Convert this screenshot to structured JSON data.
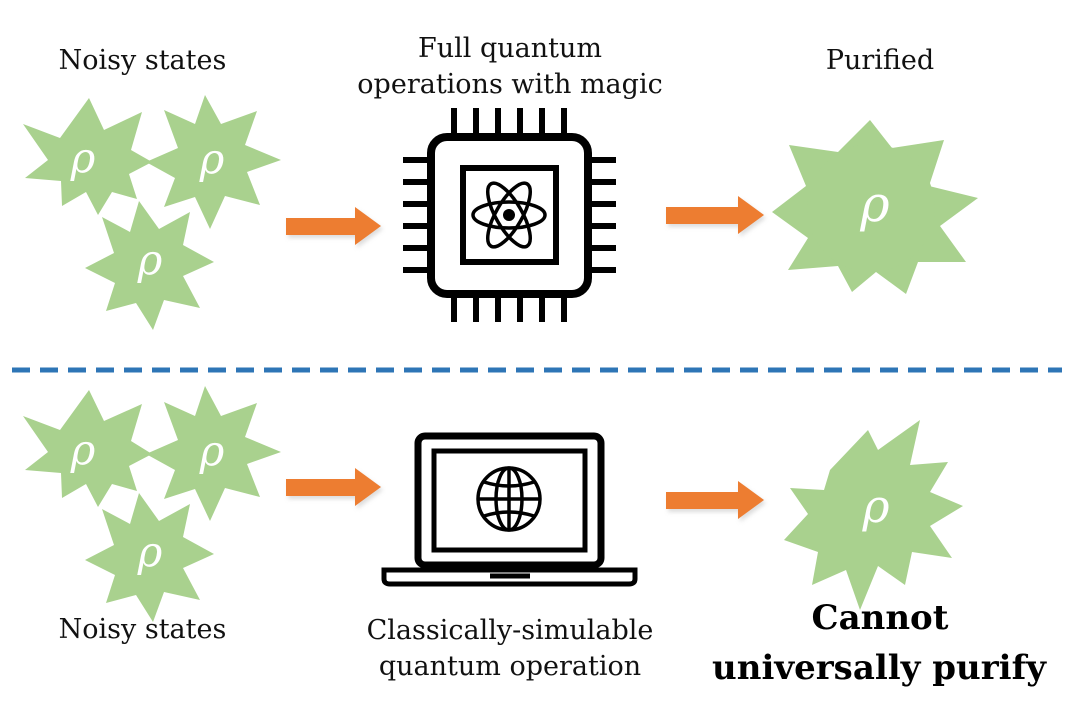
{
  "top": {
    "input_label": "Noisy states",
    "process_label_line1": "Full quantum",
    "process_label_line2": "operations with magic",
    "output_label": "Purified"
  },
  "bottom": {
    "input_label": "Noisy states",
    "process_label_line1": "Classically-simulable",
    "process_label_line2": "quantum operation",
    "output_label_line1": "Cannot",
    "output_label_line2": "universally purify"
  },
  "symbols": {
    "state": "ρ"
  },
  "colors": {
    "state_fill": "#a9d18e",
    "arrow_fill": "#ed7d31",
    "divider": "#2e75b6",
    "icon_stroke": "#000000"
  },
  "icons": {
    "top_process": "quantum-chip-icon",
    "bottom_process": "laptop-globe-icon"
  }
}
